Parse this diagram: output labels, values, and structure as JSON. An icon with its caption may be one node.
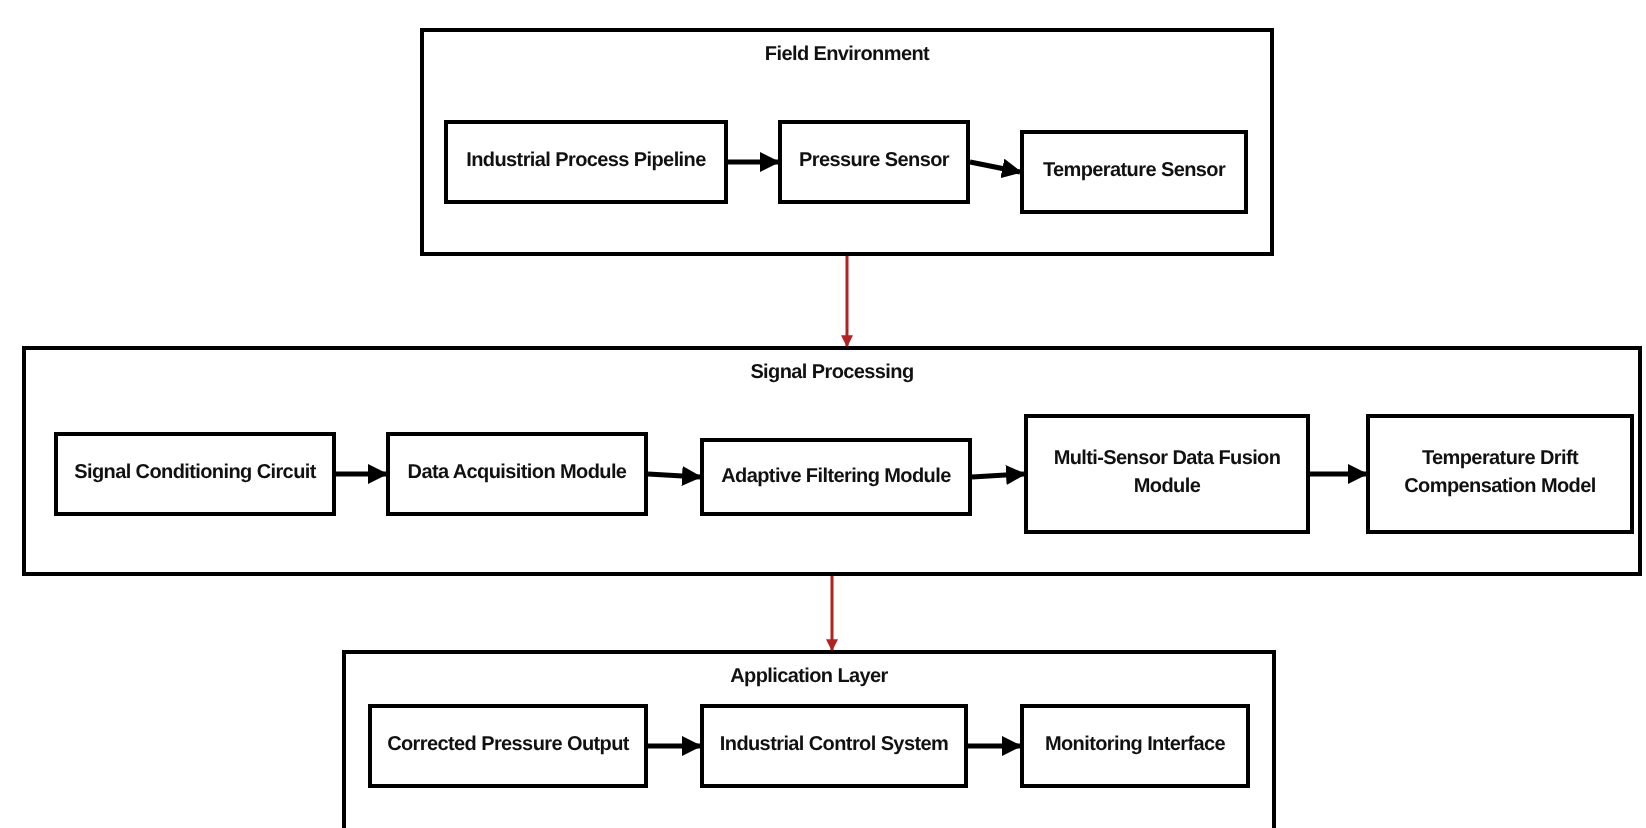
{
  "diagram": {
    "nodes": [
      {
        "text": [
          "Field Environment"
        ]
      },
      {
        "text": [
          "Industrial Process Pipeline"
        ],
        "in": 0
      },
      {
        "text": [
          "Pressure Sensor"
        ],
        "in": 0
      },
      {
        "text": [
          "Temperature Sensor"
        ],
        "in": 0
      },
      {
        "text": [
          "Signal Processing"
        ]
      },
      {
        "text": [
          "Signal Conditioning Circuit"
        ],
        "in": 4
      },
      {
        "text": [
          "Data Acquisition Module"
        ],
        "in": 4
      },
      {
        "text": [
          "Adaptive Filtering Module"
        ],
        "in": 4
      },
      {
        "text": [
          "Multi-Sensor Data Fusion Module"
        ],
        "in": 4
      },
      {
        "text": [
          "Temperature Drift Compensation Model"
        ],
        "in": 4
      },
      {
        "text": [
          "Application Layer"
        ]
      },
      {
        "text": [
          "Corrected Pressure Output"
        ],
        "in": 10
      },
      {
        "text": [
          "Industrial Control System"
        ],
        "in": 10
      },
      {
        "text": [
          "Monitoring Interface"
        ],
        "in": 10
      }
    ],
    "edges": [
      {
        "from": 1,
        "to": 2,
        "arrow": "to"
      },
      {
        "from": 2,
        "to": 3,
        "arrow": "to"
      },
      {
        "from": 0,
        "to": 4,
        "arrow": "to",
        "color": "#b22222"
      },
      {
        "from": 5,
        "to": 6,
        "arrow": "to"
      },
      {
        "from": 6,
        "to": 7,
        "arrow": "to"
      },
      {
        "from": 7,
        "to": 8,
        "arrow": "to"
      },
      {
        "from": 8,
        "to": 9,
        "arrow": "to"
      },
      {
        "from": 4,
        "to": 10,
        "arrow": "to",
        "color": "#b22222"
      },
      {
        "from": 11,
        "to": 12,
        "arrow": "to"
      },
      {
        "from": 12,
        "to": 13,
        "arrow": "to"
      }
    ]
  }
}
